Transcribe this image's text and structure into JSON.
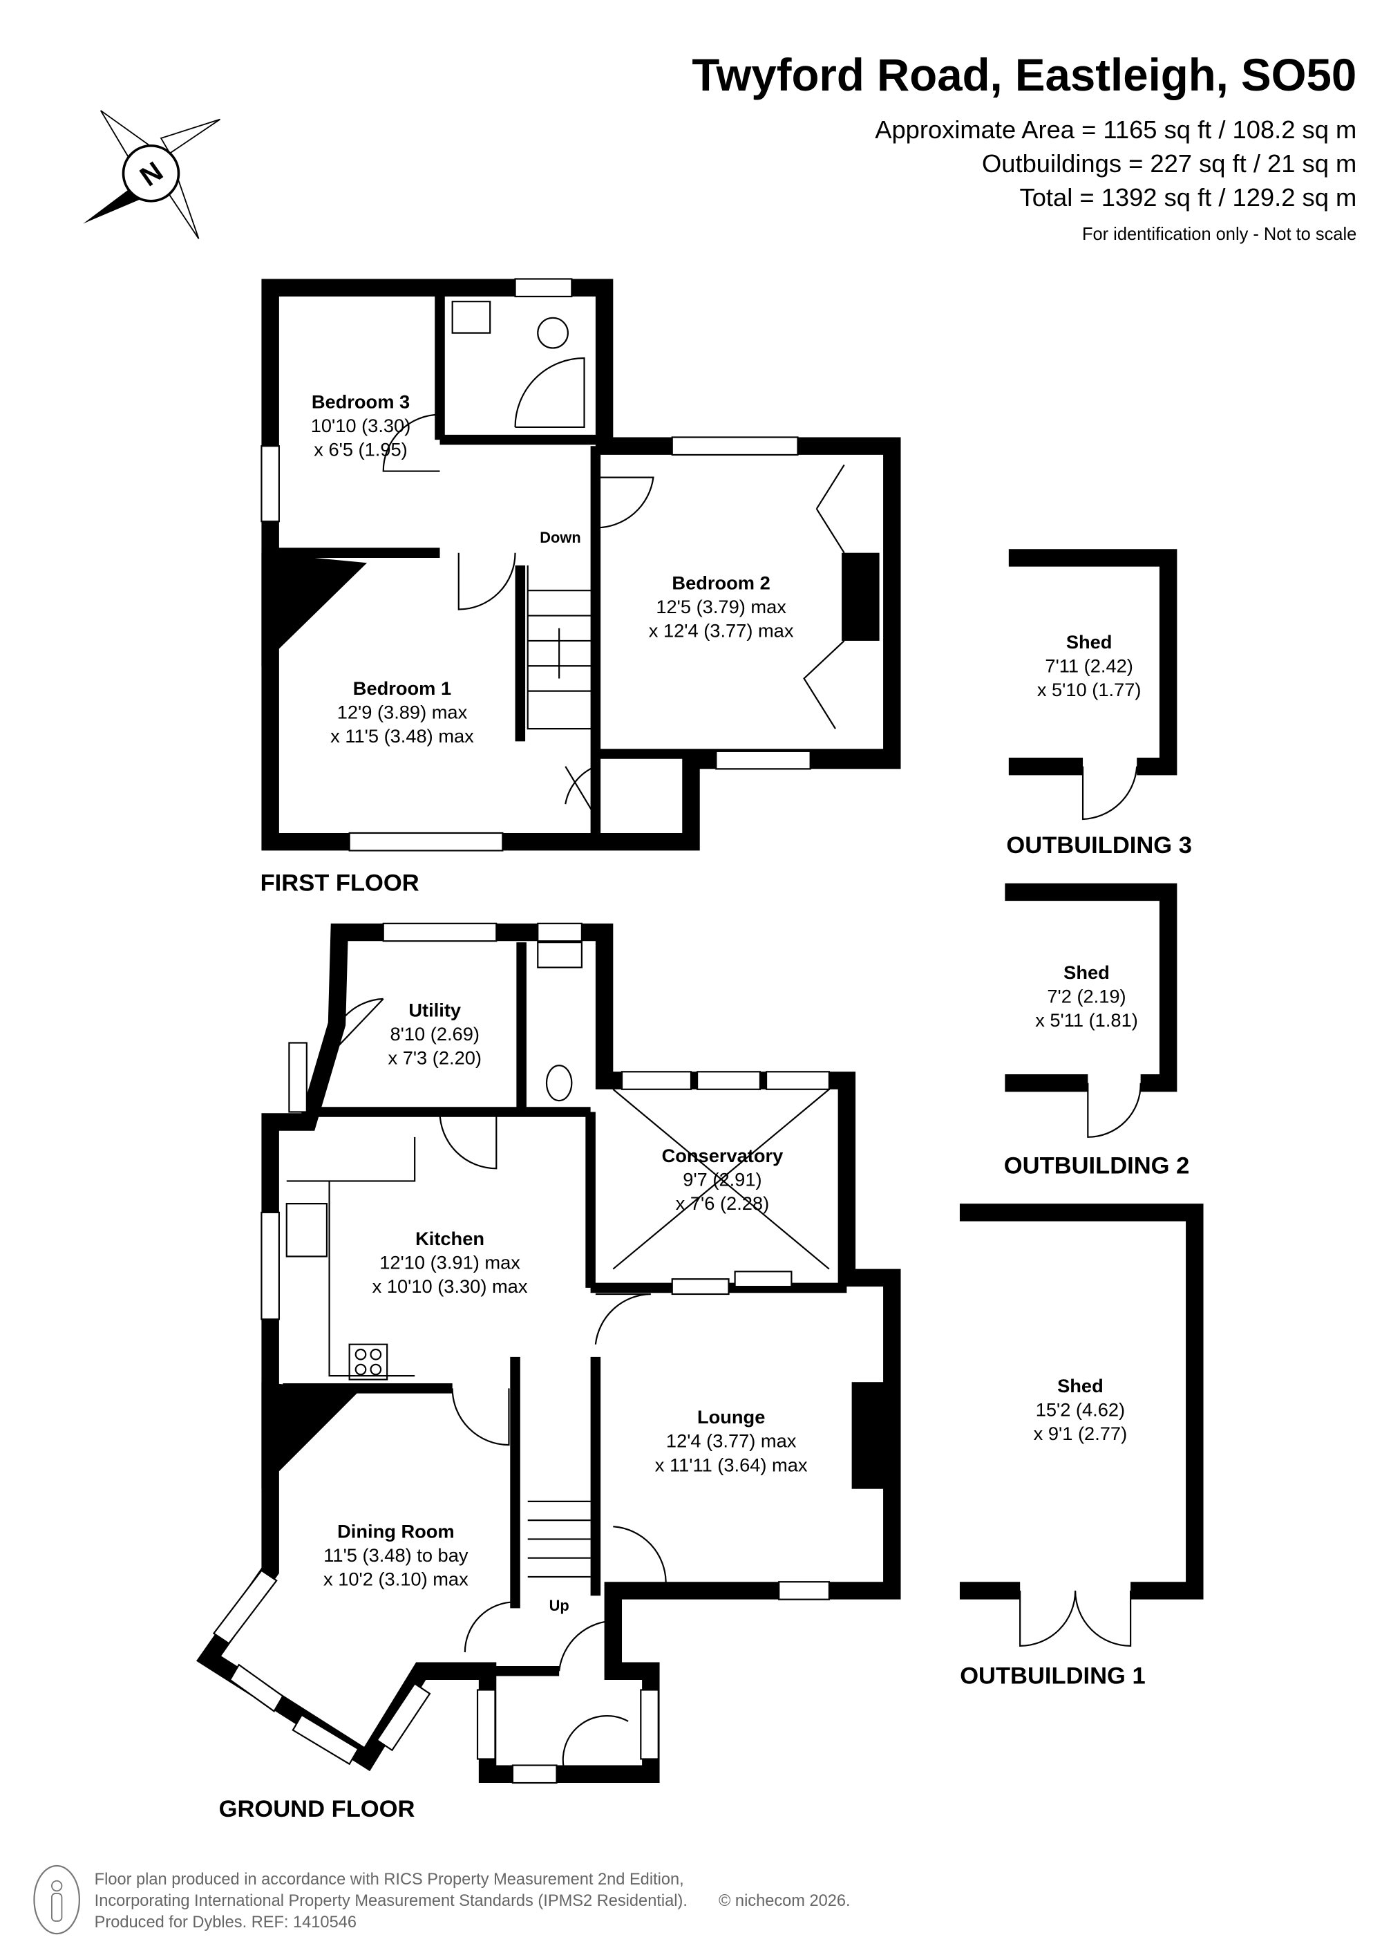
{
  "header": {
    "title": "Twyford Road, Eastleigh, SO50",
    "area_lines": [
      "Approximate Area = 1165 sq ft / 108.2 sq m",
      "Outbuildings = 227 sq ft / 21 sq m",
      "Total = 1392 sq ft / 129.2 sq m"
    ],
    "disclaimer": "For identification only - Not to scale"
  },
  "compass": {
    "label": "N"
  },
  "first_floor": {
    "label": "FIRST FLOOR",
    "stairs_label": "Down",
    "rooms": [
      {
        "name": "Bedroom 3",
        "dim1": "10'10 (3.30)",
        "dim2": "x 6'5 (1.95)"
      },
      {
        "name": "Bedroom 2",
        "dim1": "12'5 (3.79) max",
        "dim2": "x 12'4 (3.77) max"
      },
      {
        "name": "Bedroom 1",
        "dim1": "12'9 (3.89) max",
        "dim2": "x 11'5 (3.48) max"
      }
    ]
  },
  "ground_floor": {
    "label": "GROUND FLOOR",
    "stairs_label": "Up",
    "rooms": [
      {
        "name": "Utility",
        "dim1": "8'10 (2.69)",
        "dim2": "x 7'3 (2.20)"
      },
      {
        "name": "Conservatory",
        "dim1": "9'7 (2.91)",
        "dim2": "x 7'6 (2.28)"
      },
      {
        "name": "Kitchen",
        "dim1": "12'10 (3.91) max",
        "dim2": "x 10'10 (3.30) max"
      },
      {
        "name": "Lounge",
        "dim1": "12'4 (3.77) max",
        "dim2": "x 11'11 (3.64) max"
      },
      {
        "name": "Dining Room",
        "dim1": "11'5 (3.48) to bay",
        "dim2": "x 10'2 (3.10) max"
      }
    ]
  },
  "outbuildings": [
    {
      "label": "OUTBUILDING 3",
      "name": "Shed",
      "dim1": "7'11 (2.42)",
      "dim2": "x 5'10 (1.77)"
    },
    {
      "label": "OUTBUILDING 2",
      "name": "Shed",
      "dim1": "7'2 (2.19)",
      "dim2": "x 5'11 (1.81)"
    },
    {
      "label": "OUTBUILDING 1",
      "name": "Shed",
      "dim1": "15'2 (4.62)",
      "dim2": "x 9'1 (2.77)"
    }
  ],
  "footer": {
    "lines": [
      "Floor plan produced in accordance with RICS Property Measurement 2nd Edition,",
      "Incorporating International Property Measurement Standards (IPMS2 Residential).",
      "Produced for Dybles.   REF: 1410546"
    ],
    "copyright": "© nichecom 2026."
  }
}
